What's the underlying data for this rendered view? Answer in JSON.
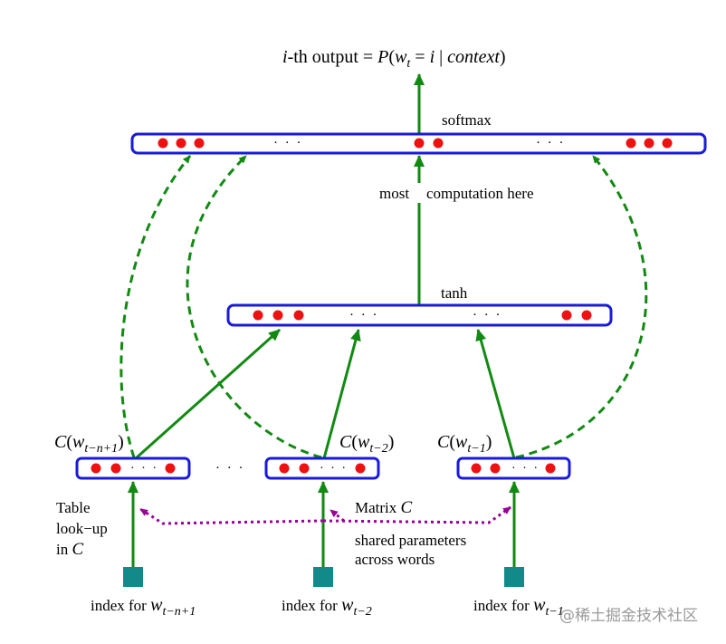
{
  "output": {
    "i": "i",
    "th_output": "-th output = ",
    "P": "P",
    "open": "(",
    "w": "w",
    "t": "t",
    "eq": " = ",
    "i2": "i",
    "bar": " | ",
    "context": "context",
    "close": ")"
  },
  "softmax": {
    "label": "softmax",
    "ellipsis": "· · ·"
  },
  "computation": {
    "most": "most",
    "rest": "computation here"
  },
  "tanh": {
    "label": "tanh",
    "ellipsis": "· · ·"
  },
  "between_groups_ellipsis": "· · ·",
  "features": [
    {
      "C": "C",
      "paren_open": "(",
      "w": "w",
      "sub": "t−n+1",
      "paren_close": ")",
      "ellipsis": "· · ·"
    },
    {
      "C": "C",
      "paren_open": "(",
      "w": "w",
      "sub": "t−2",
      "paren_close": ")",
      "ellipsis": "· · ·"
    },
    {
      "C": "C",
      "paren_open": "(",
      "w": "w",
      "sub": "t−1",
      "paren_close": ")",
      "ellipsis": "· · ·"
    }
  ],
  "left_note": {
    "line1": "Table",
    "line2": "look−up",
    "line3_prefix": "in ",
    "line3_C": "C"
  },
  "matrix": {
    "prefix": "Matrix ",
    "C": "C"
  },
  "shared": {
    "line1": "shared parameters",
    "line2": "across words"
  },
  "index_labels": [
    {
      "prefix": "index for ",
      "w": "w",
      "sub": "t−n+1"
    },
    {
      "prefix": "index for ",
      "w": "w",
      "sub": "t−2"
    },
    {
      "prefix": "index for ",
      "w": "w",
      "sub": "t−1"
    }
  ],
  "watermark": "@稀土掘金技术社区",
  "colors": {
    "box_border": "#1a1adc",
    "dot": "#ee1111",
    "arrow": "#128a12",
    "shared_arrow": "#990099",
    "index_square": "#128a8a"
  }
}
